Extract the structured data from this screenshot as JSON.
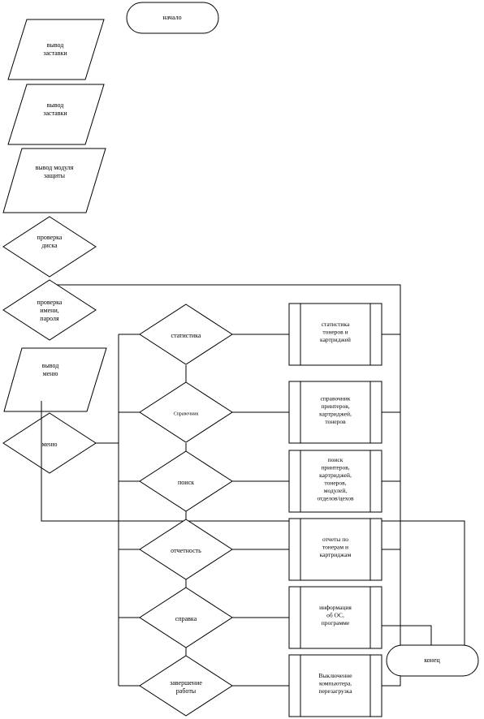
{
  "terminals": {
    "start": "начало",
    "end": "конец"
  },
  "io": [
    [
      "вывод",
      "заставки"
    ],
    [
      "вывод",
      "заставки"
    ],
    [
      "вывод модуля",
      "защиты"
    ],
    [
      "вывод",
      "меню"
    ]
  ],
  "decisions_left": {
    "disk_check": [
      "проверка",
      "диска"
    ],
    "login_check": [
      "проверка",
      "имени,",
      "пароля"
    ],
    "menu": [
      "меню"
    ]
  },
  "menu_options": [
    {
      "label": [
        "статистика"
      ],
      "result": [
        "статистика",
        "тонеров и",
        "картриджей"
      ]
    },
    {
      "label": [
        "Справочник"
      ],
      "result": [
        "справочник",
        "принтеров,",
        "картриджей,",
        "тонеров"
      ]
    },
    {
      "label": [
        "поиск"
      ],
      "result": [
        "поиск",
        "принтеров,",
        "картриджей,",
        "тонеров,",
        "модулей,",
        "отделов/цехов"
      ]
    },
    {
      "label": [
        "отчетность"
      ],
      "result": [
        "отчеты по",
        "тонерам и",
        "картриджам"
      ]
    },
    {
      "label": [
        "справка"
      ],
      "result": [
        "информация",
        "об ОС,",
        "программе"
      ]
    },
    {
      "label": [
        "завершение",
        "работы"
      ],
      "result": [
        "Выключение",
        "компьютера,",
        "перезагрузка"
      ]
    }
  ]
}
